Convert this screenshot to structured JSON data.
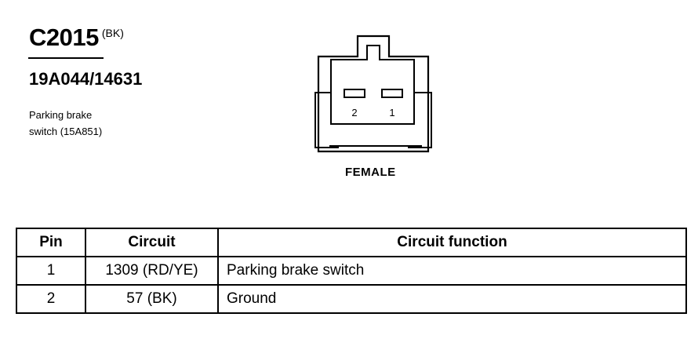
{
  "connector": {
    "id": "C2015",
    "color_code": "(BK)",
    "part_number": "19A044/14631",
    "component": "Parking brake\nswitch (15A851)",
    "gender": "FEMALE",
    "pin_labels": [
      "2",
      "1"
    ]
  },
  "table": {
    "headers": [
      "Pin",
      "Circuit",
      "Circuit function"
    ],
    "rows": [
      [
        "1",
        "1309 (RD/YE)",
        "Parking brake switch"
      ],
      [
        "2",
        "57 (BK)",
        "Ground"
      ]
    ]
  }
}
